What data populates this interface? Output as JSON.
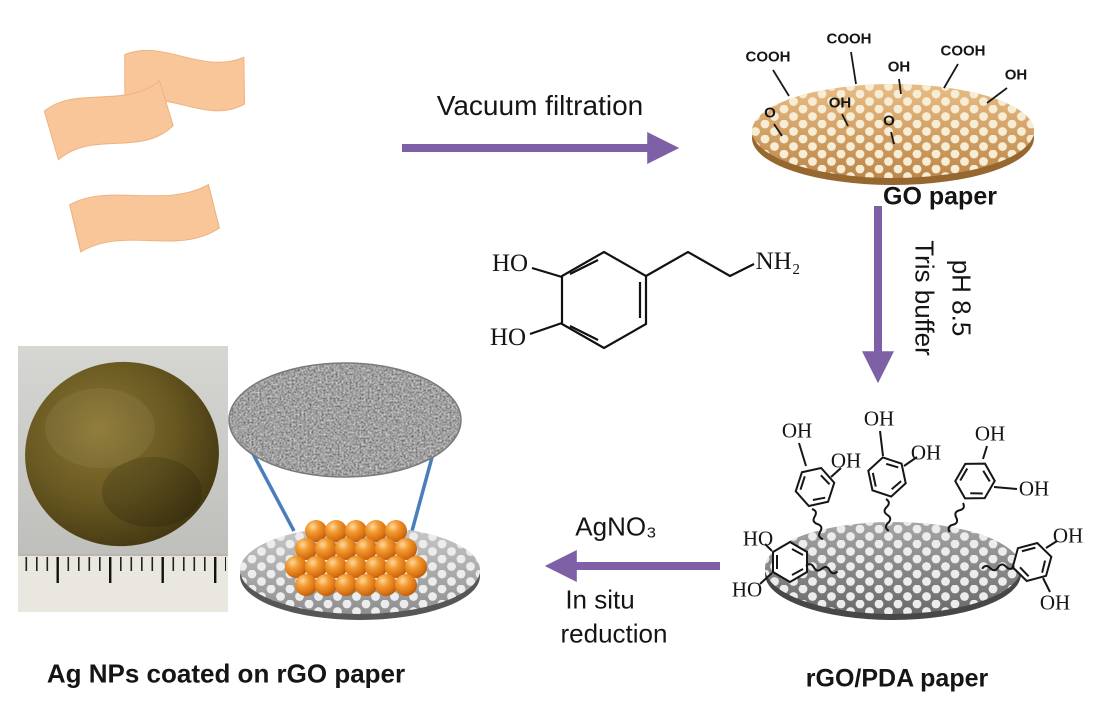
{
  "steps": {
    "vacuum_filtration": "Vacuum filtration",
    "tris_buffer": {
      "line1": "Tris buffer",
      "line2": "pH 8.5"
    },
    "silver_reduction": {
      "reagent": "AgNO₃",
      "line1": "In situ",
      "line2": "reduction"
    }
  },
  "products": {
    "go_paper": "GO paper",
    "rgo_pda_paper": "rGO/PDA paper",
    "ag_nps_paper": "Ag NPs coated on rGO paper"
  },
  "dopamine": {
    "ho_top": "HO",
    "ho_bottom": "HO",
    "amine": "NH₂"
  },
  "go_site_labels": [
    "COOH",
    "COOH",
    "COOH",
    "OH",
    "OH",
    "OH",
    "O",
    "O"
  ],
  "rgo_site_labels": [
    "OH",
    "OH",
    "OH",
    "OH",
    "OH",
    "OH",
    "OH",
    "OH",
    "HO",
    "HO"
  ],
  "colors": {
    "arrow_purple": "#7e60a6",
    "flake_peach": "#f9c69a",
    "go_disc_tan": "#d9a567",
    "rgo_disc_gray": "#8c8c8c",
    "ag_np_orange": "#e8821d",
    "connector_blue": "#4a7ebb",
    "photo_paper_olive": "#5d4e1c"
  }
}
